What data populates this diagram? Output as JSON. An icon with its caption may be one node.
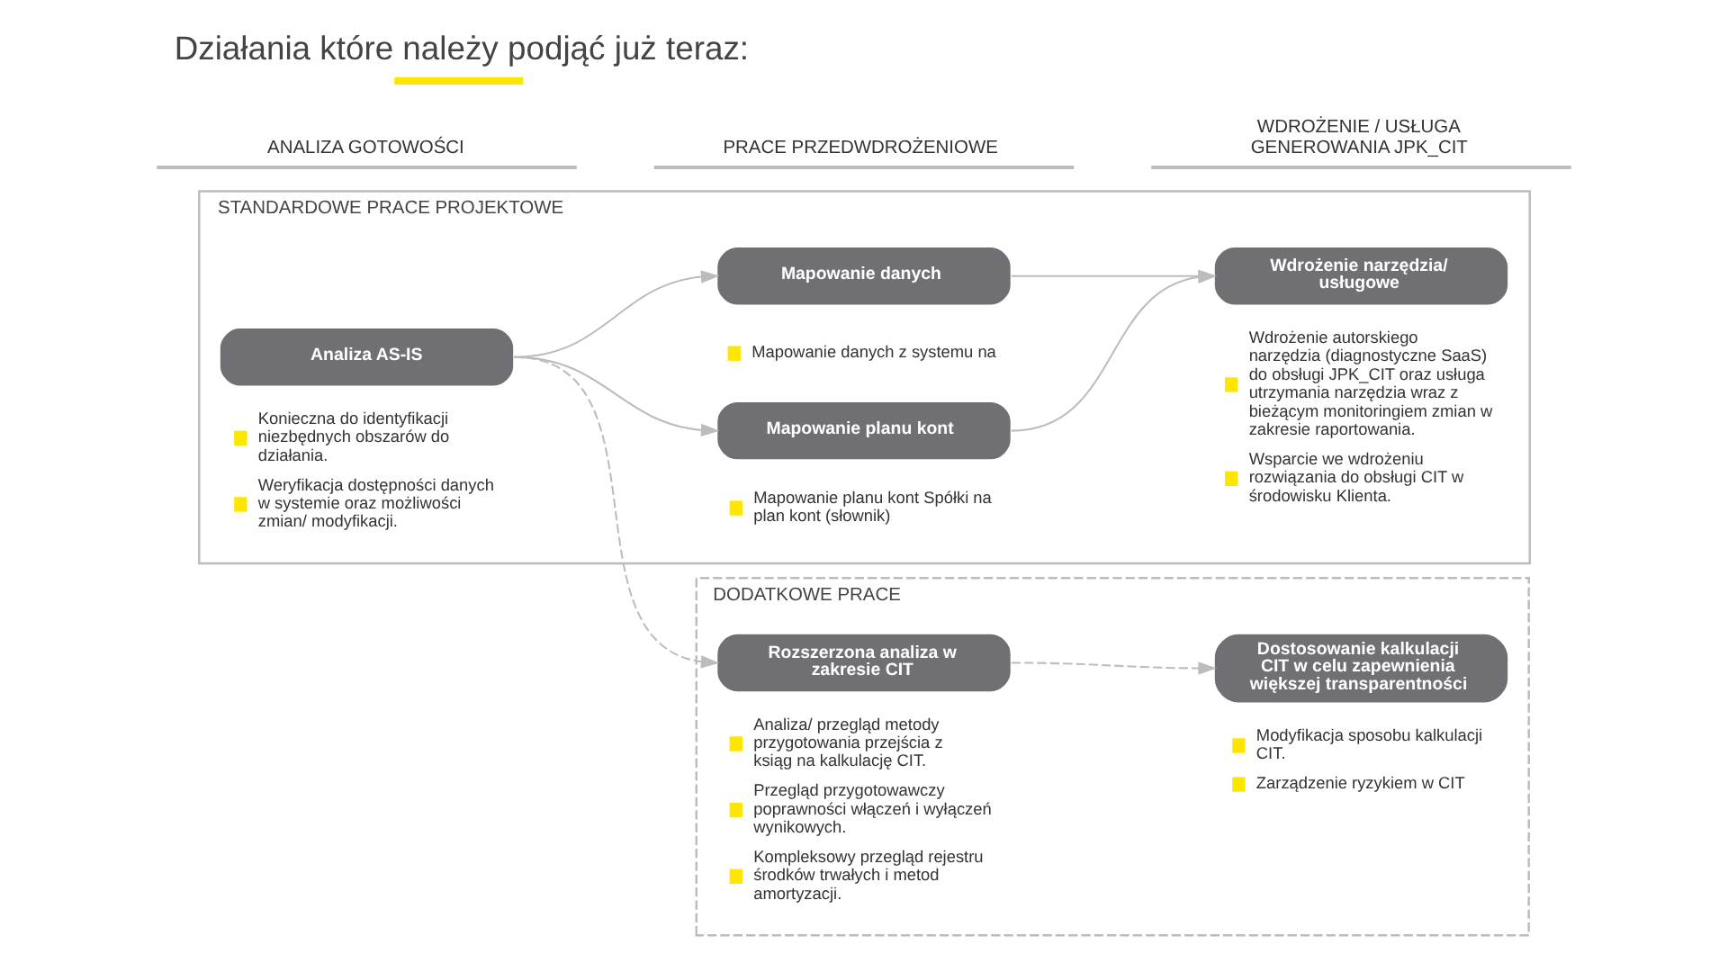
{
  "diagram": {
    "title": "Działania które należy podjąć już teraz:",
    "nodes": [
      {
        "text": [
          "STANDARDOWE PRACE PROJEKTOWE"
        ]
      },
      {
        "text": [
          "Analiza AS-IS"
        ],
        "in": 0,
        "beside": [
          "Konieczna do identyfikacji niezbędnych obszarów do działania.",
          "Weryfikacja dostępności danych w systemie oraz możliwości zmian/ modyfikacji."
        ]
      },
      {
        "text": [
          "Mapowanie danych"
        ],
        "in": 0,
        "beside": [
          "Mapowanie danych z systemu na"
        ]
      },
      {
        "text": [
          "Mapowanie planu kont"
        ],
        "in": 0,
        "beside": [
          "Mapowanie planu kont Spółki na plan kont (słownik)"
        ]
      },
      {
        "text": [
          "Wdrożenie narzędzia/ usługowe"
        ],
        "in": 0,
        "beside": [
          "Wdrożenie autorskiego narzędzia (diagnostyczne SaaS) do obsługi JPK_CIT oraz usługa utrzymania narzędzia wraz z bieżącym monitoringiem zmian w zakresie raportowania.",
          "Wsparcie we wdrożeniu rozwiązania do obsługi CIT w środowisku Klienta."
        ]
      },
      {
        "text": [
          "DODATKOWE PRACE"
        ]
      },
      {
        "text": [
          "Rozszerzona analiza w zakresie CIT"
        ],
        "in": 5,
        "beside": [
          "Analiza/ przegląd metody przygotowania przejścia z ksiąg na kalkulację CIT.",
          "Przegląd przygotowawczy poprawności włączeń i wyłączeń wynikowych.",
          "Kompleksowy przegląd rejestru środków trwałych i metod amortyzacji."
        ]
      },
      {
        "text": [
          "Dostosowanie kalkulacji CIT w celu zapewnienia większej transparentności"
        ],
        "in": 5,
        "beside": [
          "Modyfikacja sposobu kalkulacji CIT.",
          "Zarządzenie ryzykiem w CIT"
        ]
      }
    ],
    "edges": [
      {
        "from": 1,
        "to": 2,
        "arrow": "to"
      },
      {
        "from": 1,
        "to": 3,
        "arrow": "to"
      },
      {
        "from": 1,
        "to": 6,
        "arrow": "to",
        "style": "dashed"
      },
      {
        "from": 2,
        "to": 4,
        "arrow": "to"
      },
      {
        "from": 3,
        "to": 4,
        "arrow": "to"
      },
      {
        "from": 6,
        "to": 7,
        "arrow": "to",
        "style": "dashed"
      }
    ],
    "labels": [
      "ANALIZA GOTOWOŚCI",
      "PRACE PRZEDWDROŻENIOWE",
      "WDROŻENIE / USŁUGA GENEROWANIA JPK_CIT"
    ]
  }
}
